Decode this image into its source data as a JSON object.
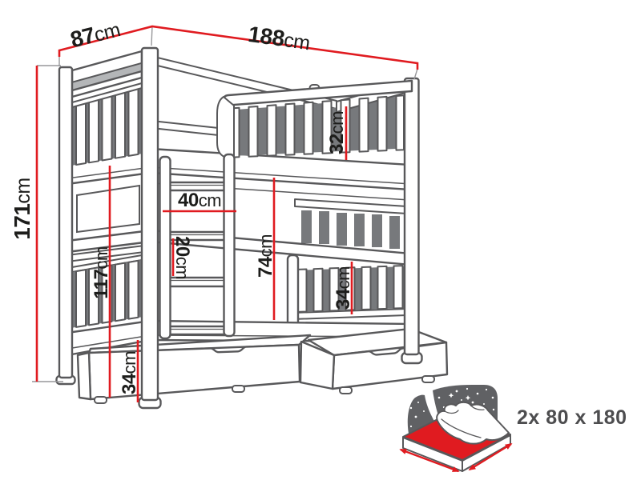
{
  "title": "bunk bed dimension diagram",
  "colors": {
    "line": "#58585a",
    "red": "#e01b20",
    "dark_fill": "#77797c",
    "shade": "#b4b6b8",
    "text": "#1d1d1b",
    "icon_dark": "#606164",
    "icon_text": "#4d4d4f"
  },
  "dimensions": {
    "depth": {
      "value": "87",
      "unit": "cm"
    },
    "length": {
      "value": "188",
      "unit": "cm"
    },
    "height": {
      "value": "171",
      "unit": "cm"
    },
    "underbed_height": {
      "value": "117",
      "unit": "cm"
    },
    "ladder_width": {
      "value": "40",
      "unit": "cm"
    },
    "rung_spacing": {
      "value": "20",
      "unit": "cm"
    },
    "bunk_clearance": {
      "value": "74",
      "unit": "cm"
    },
    "top_guard_height": {
      "value": "32",
      "unit": "cm"
    },
    "bottom_guard_height": {
      "value": "34",
      "unit": "cm"
    },
    "drawer_height": {
      "value": "34",
      "unit": "cm"
    }
  },
  "mattress_note": {
    "label": "2x 80 x 180"
  }
}
